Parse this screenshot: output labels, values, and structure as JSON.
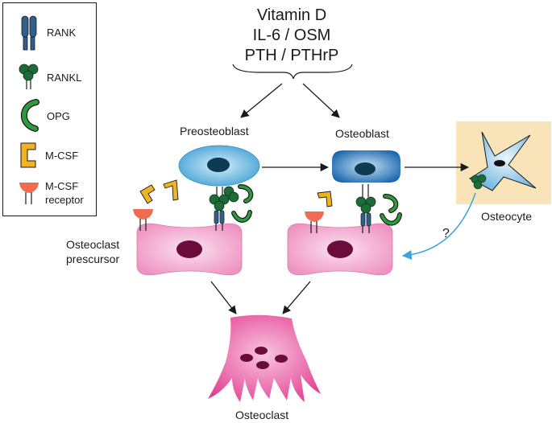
{
  "legend": {
    "items": [
      {
        "label": "RANK",
        "icon": "rank-receptor-icon"
      },
      {
        "label": "RANKL",
        "icon": "rankl-ligand-icon"
      },
      {
        "label": "OPG",
        "icon": "opg-icon"
      },
      {
        "label": "M-CSF",
        "icon": "mcsf-icon"
      },
      {
        "label_line1": "M-CSF",
        "label_line2": "receptor",
        "icon": "mcsf-receptor-icon"
      }
    ]
  },
  "factors": {
    "line1": "Vitamin D",
    "line2": "IL-6 / OSM",
    "line3": "PTH / PTHrP"
  },
  "cells": {
    "preosteoblast": "Preosteoblast",
    "osteoblast": "Osteoblast",
    "osteocyte": "Osteocyte",
    "precursor_line1": "Osteoclast",
    "precursor_line2": "prescursor",
    "osteoclast": "Osteoclast"
  },
  "question_mark": "?",
  "colors": {
    "rank": "#2f5f8a",
    "rankl": "#1e6b3a",
    "opg": "#2e9a3e",
    "mcsf": "#f0b323",
    "mcsf_receptor": "#f06b4f",
    "preosteoblast": "#5bb3e0",
    "osteoblast": "#2173b8",
    "osteocyte_bg": "#f8e4b8",
    "precursor": "#f4a8cf",
    "osteoclast": "#e8489a",
    "nucleus_dark": "#0d3b52",
    "osteoclast_nucleus": "#6a0b3a",
    "feedback_arrow": "#3ba3d8"
  }
}
